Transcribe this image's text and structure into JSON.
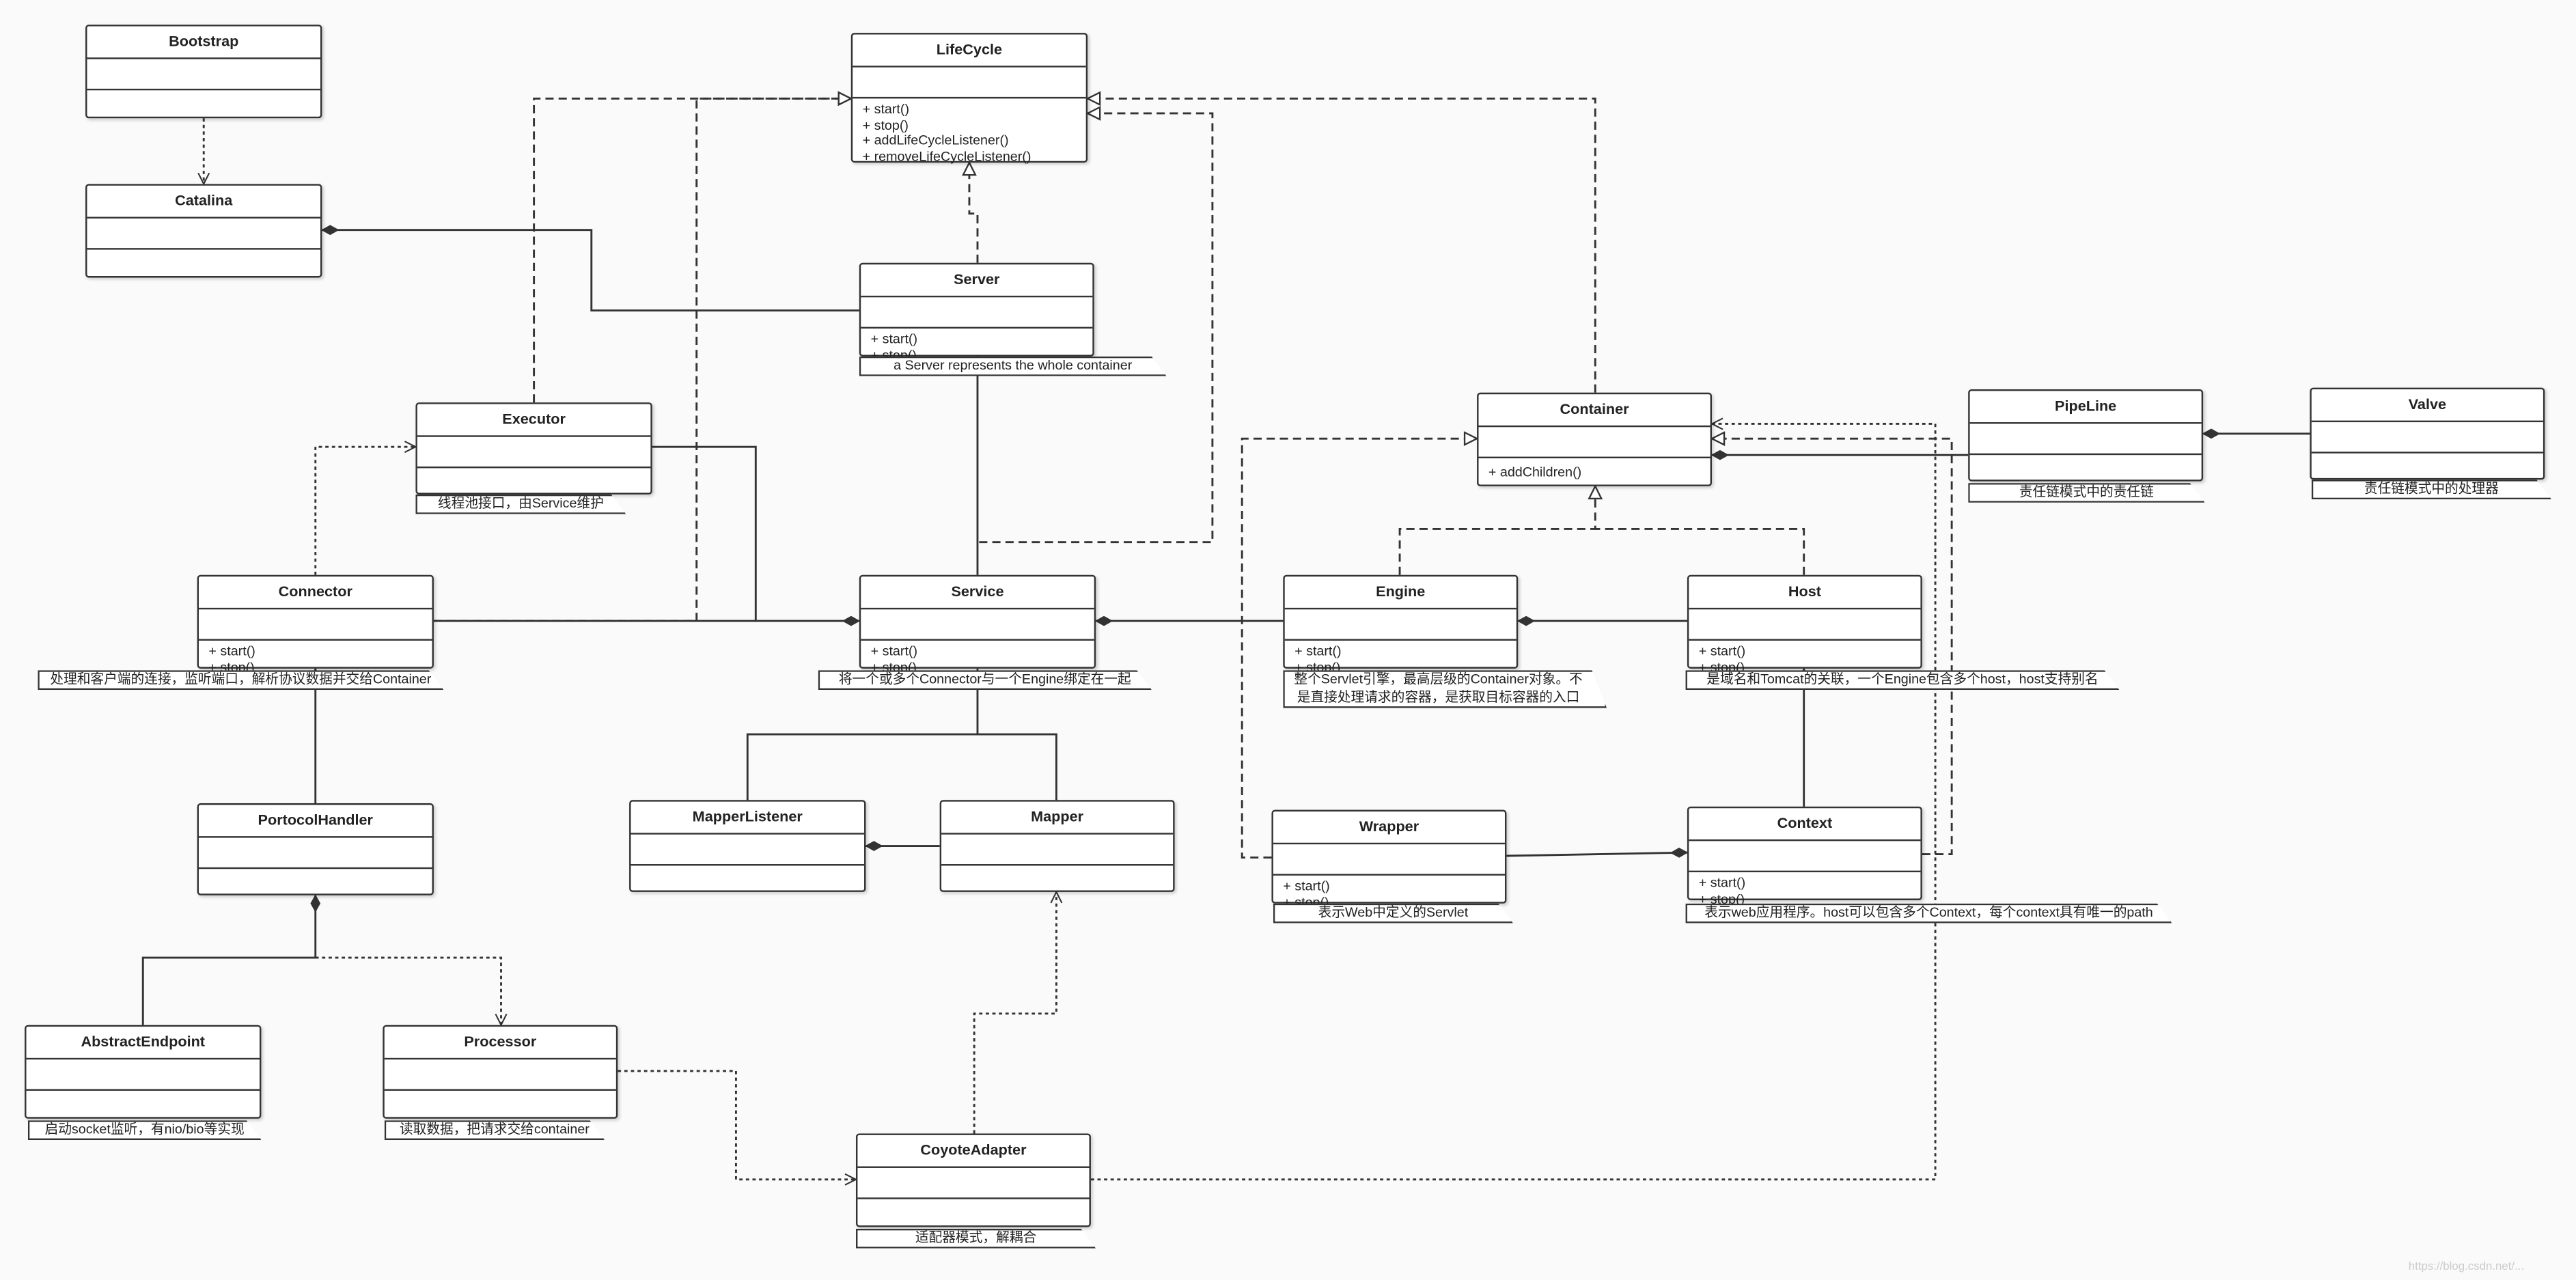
{
  "classes": {
    "bootstrap": {
      "name": "Bootstrap"
    },
    "catalina": {
      "name": "Catalina"
    },
    "lifecycle": {
      "name": "LifeCycle",
      "ops": [
        "+ start()",
        "+ stop()",
        "+ addLifeCycleListener()",
        "+ removeLifeCycleListener()"
      ]
    },
    "server": {
      "name": "Server",
      "ops": [
        "+ start()",
        "+ stop()"
      ],
      "note": "a Server represents the whole container"
    },
    "executor": {
      "name": "Executor",
      "note": "线程池接口，由Service维护"
    },
    "connector": {
      "name": "Connector",
      "ops": [
        "+ start()",
        "+ stop()"
      ],
      "note": "处理和客户端的连接，监听端口，解析协议数据并交给Container"
    },
    "service": {
      "name": "Service",
      "ops": [
        "+ start()",
        "+ stop()"
      ],
      "note": "将一个或多个Connector与一个Engine绑定在一起"
    },
    "container": {
      "name": "Container",
      "ops": [
        "+ addChildren()"
      ]
    },
    "pipeline": {
      "name": "PipeLine",
      "note": "责任链模式中的责任链"
    },
    "valve": {
      "name": "Valve",
      "note": "责任链模式中的处理器"
    },
    "engine": {
      "name": "Engine",
      "ops": [
        "+ start()",
        "+ stop()"
      ],
      "note": "整个Servlet引擎，最高层级的Container对象。不是直接处理请求的容器，是获取目标容器的入口"
    },
    "host": {
      "name": "Host",
      "ops": [
        "+ start()",
        "+ stop()"
      ],
      "note": "是域名和Tomcat的关联，一个Engine包含多个host，host支持别名"
    },
    "protocolhandler": {
      "name": "PortocolHandler"
    },
    "mapperlistener": {
      "name": "MapperListener"
    },
    "mapper": {
      "name": "Mapper"
    },
    "wrapper": {
      "name": "Wrapper",
      "ops": [
        "+ start()",
        "+ stop()"
      ],
      "note": "表示Web中定义的Servlet"
    },
    "context": {
      "name": "Context",
      "ops": [
        "+ start()",
        "+ stop()"
      ],
      "note": "表示web应用程序。host可以包含多个Context，每个context具有唯一的path"
    },
    "abstractendpoint": {
      "name": "AbstractEndpoint",
      "note": "启动socket监听，有nio/bio等实现"
    },
    "processor": {
      "name": "Processor",
      "note": "读取数据，把请求交给container"
    },
    "coyoteadapter": {
      "name": "CoyoteAdapter",
      "note": "适配器模式，解耦合"
    }
  },
  "watermark": "https://blog.csdn.net/..."
}
